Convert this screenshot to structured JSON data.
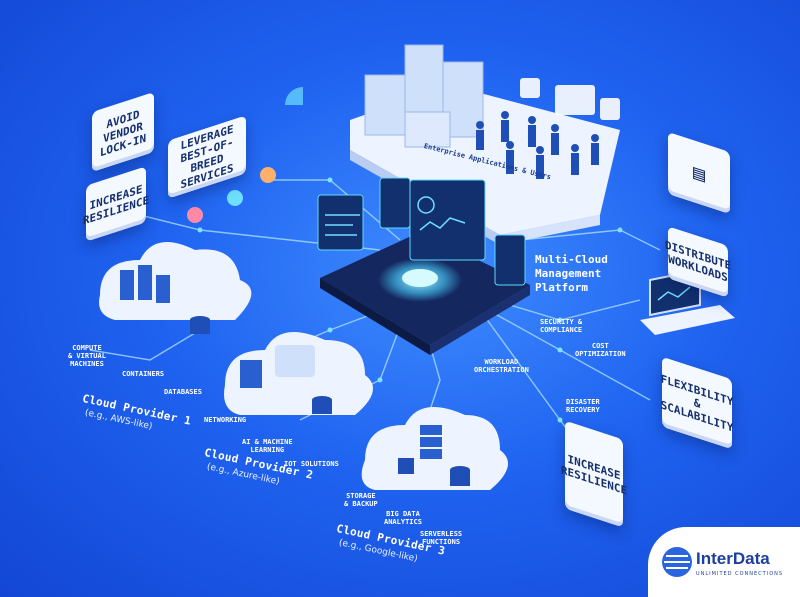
{
  "benefits_left": [
    {
      "text": "Avoid\nVendor\nLock-in"
    },
    {
      "text": "Leverage\nBest-of-Breed\nServices"
    },
    {
      "text": "Increase\nResilience"
    }
  ],
  "benefits_right": [
    {
      "text": "Distribute\nWorkloads"
    },
    {
      "text": "Flexibility &\nScalability"
    },
    {
      "text": "Increase\nResilience"
    }
  ],
  "enterprise_label": "Enterprise Applications & Users",
  "platform": {
    "title": "Multi-Cloud\nManagement\nPlatform"
  },
  "platform_features": [
    {
      "text": "Security &\nCompliance"
    },
    {
      "text": "Cost\nOptimization"
    },
    {
      "text": "Workload\nOrchestration"
    },
    {
      "text": "Disaster\nRecovery"
    }
  ],
  "providers": [
    {
      "title": "Cloud Provider 1",
      "sub": "(e.g., AWS-like)",
      "services": [
        "Compute\n& Virtual\nMachines",
        "Containers",
        "Databases"
      ]
    },
    {
      "title": "Cloud Provider 2",
      "sub": "(e.g., Azure-like)",
      "services": [
        "Networking",
        "AI & Machine\nLearning",
        "IoT Solutions"
      ]
    },
    {
      "title": "Cloud Provider 3",
      "sub": "(e.g., Google-like)",
      "services": [
        "Storage\n& Backup",
        "Big Data\nAnalytics",
        "Serverless\nFunctions"
      ]
    }
  ],
  "logo": {
    "name": "InterData",
    "tagline": "UNLIMITED CONNECTIONS"
  },
  "colors": {
    "background": "#1f63f0",
    "glow": "#5fd8ff",
    "card": "#f4f8ff",
    "text_dark": "#16306e"
  }
}
